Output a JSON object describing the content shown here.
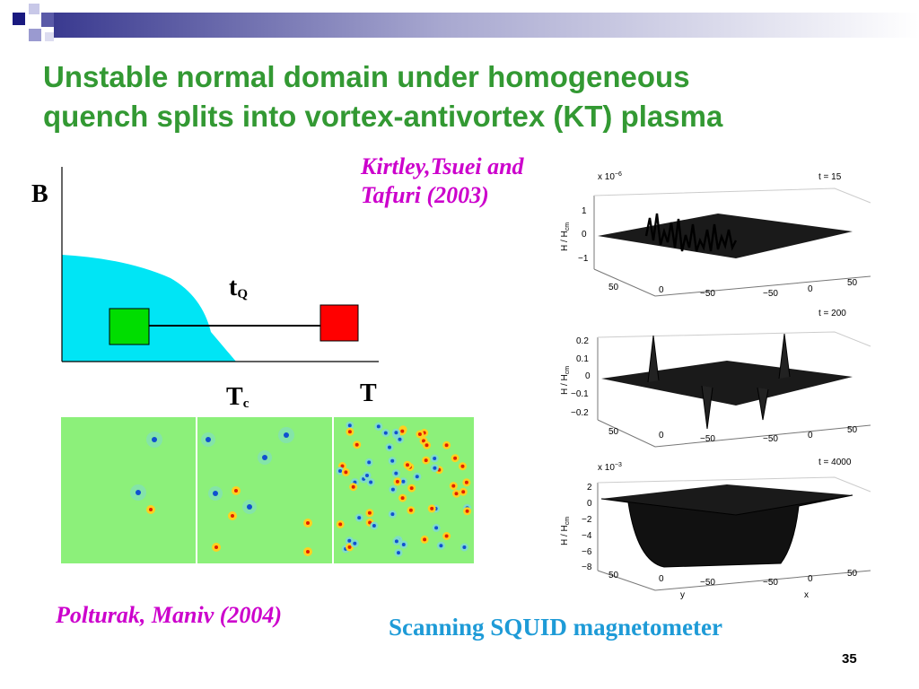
{
  "slide": {
    "title_line1": "Unstable normal domain under homogeneous",
    "title_line2": "quench splits into vortex-antivortex (KT) plasma",
    "page_number": "35",
    "colors": {
      "title": "#339933",
      "citation": "#cc00cc",
      "caption": "#1e9bd7",
      "normal_region": "#00e5f5"
    }
  },
  "phase_diagram": {
    "axis_label_y": "B",
    "axis_label_x": "T",
    "tc_label": "T",
    "tc_sub": "c",
    "tq_label": "t",
    "tq_sub": "Q",
    "start_box_color": "#00dd00",
    "end_box_color": "#ff0000"
  },
  "citations": {
    "kirtley_line1": "Kirtley,Tsuei and",
    "kirtley_line2": "Tafuri (2003)",
    "polturak": "Polturak, Maniv (2004)",
    "squid_caption": "Scanning SQUID magnetometer"
  },
  "squid_plots": [
    {
      "time_label": "t = 15",
      "scale_label": "x 10",
      "scale_exp": "−6",
      "ylabel": "H / H",
      "ylabel_sub": "cm",
      "zticks": [
        "1",
        "0",
        "−1"
      ],
      "yticks": [
        "50",
        "0",
        "−50"
      ],
      "xticks": [
        "−50",
        "0",
        "50"
      ]
    },
    {
      "time_label": "t = 200",
      "scale_label": "",
      "scale_exp": "",
      "ylabel": "H / H",
      "ylabel_sub": "cm",
      "zticks": [
        "0.2",
        "0.1",
        "0",
        "−0.1",
        "−0.2"
      ],
      "yticks": [
        "50",
        "0",
        "−50"
      ],
      "xticks": [
        "−50",
        "0",
        "50"
      ]
    },
    {
      "time_label": "t = 4000",
      "scale_label": "x 10",
      "scale_exp": "−3",
      "ylabel": "H / H",
      "ylabel_sub": "cm",
      "zticks": [
        "2",
        "0",
        "−2",
        "−4",
        "−6",
        "−8"
      ],
      "yticks": [
        "50",
        "0",
        "−50"
      ],
      "xticks": [
        "−50",
        "0",
        "50"
      ],
      "axis_y_name": "y",
      "axis_x_name": "x"
    }
  ]
}
